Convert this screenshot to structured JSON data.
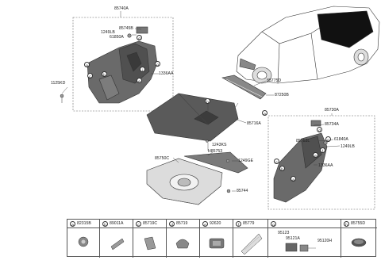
{
  "labels": {
    "p85740A": "85740A",
    "p85745B": "85745B",
    "p1249LB_a": "1249LB",
    "p61850A": "61850A",
    "p1336AA_a": "1336AA",
    "p1125KD": "1125KD",
    "p85775D": "85775D",
    "p87250B": "87250B",
    "p85716A": "85716A",
    "p1243KS": "1243KS",
    "pH85753": "H85753",
    "p1249GE": "1249GE",
    "p85750C": "85750C",
    "p85744": "85744",
    "p85730A": "85730A",
    "p85734A": "85734A",
    "p85753L": "85753L",
    "p61840A": "61840A",
    "p1249LB_b": "1249LB",
    "p1336AA_b": "1336AA"
  },
  "callouts": {
    "a": "a",
    "b": "b",
    "c": "c",
    "d": "d",
    "e": "e",
    "f": "f",
    "g": "g",
    "h": "h",
    "i": "i"
  },
  "legend": [
    {
      "letter": "a",
      "part": "82315B"
    },
    {
      "letter": "b",
      "part": "89011A"
    },
    {
      "letter": "c",
      "part": "85719C"
    },
    {
      "letter": "d",
      "part": "85719"
    },
    {
      "letter": "e",
      "part": "92620"
    },
    {
      "letter": "f",
      "part": "85779"
    },
    {
      "letter": "g",
      "part": "",
      "sub": [
        "95123",
        "95121A",
        "95120H"
      ]
    },
    {
      "letter": "h",
      "part": "85755D"
    }
  ]
}
